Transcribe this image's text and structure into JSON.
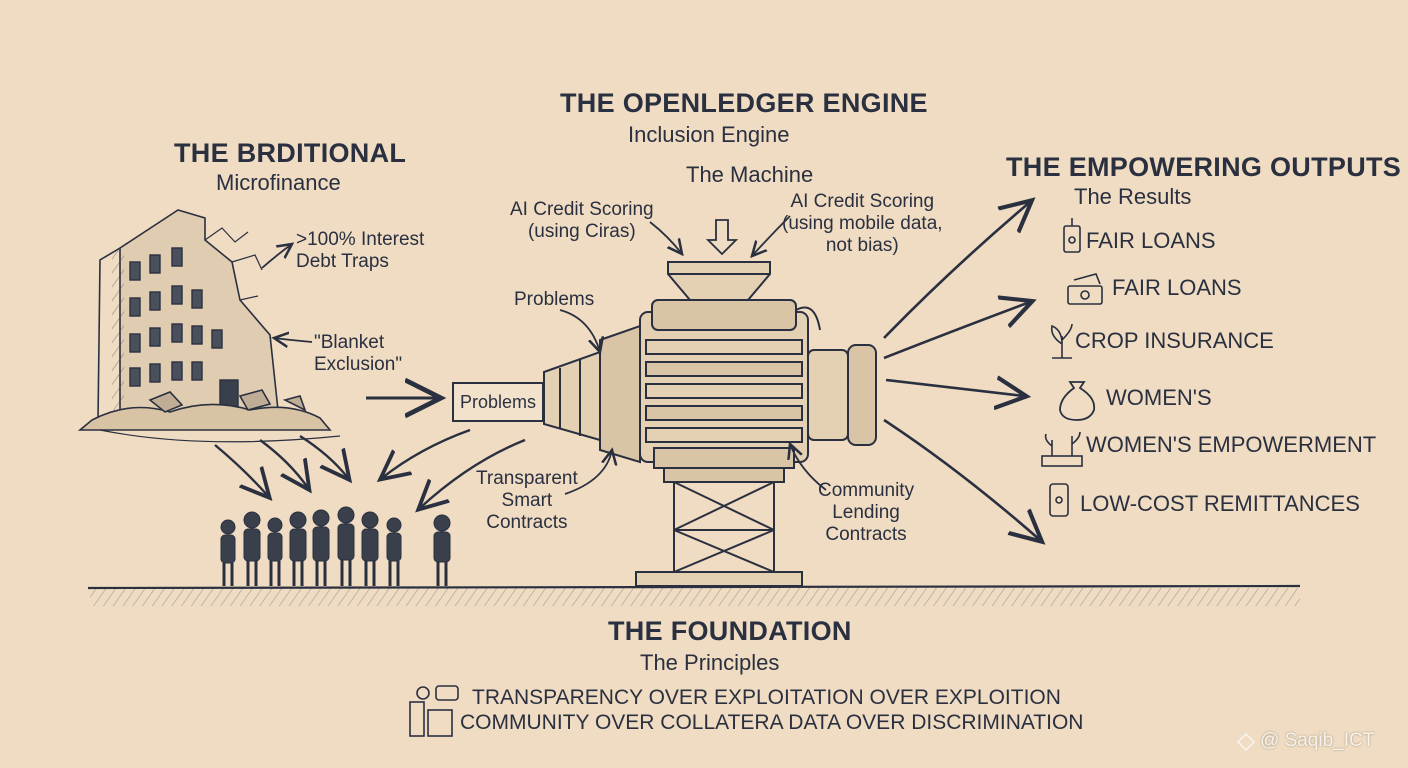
{
  "engine": {
    "title": "THE OPENLEDGER ENGINE",
    "subtitle": "Inclusion Engine",
    "machine_label": "The Machine",
    "ai_left": "AI Credit Scoring\n(using Ciras)",
    "ai_right": "AI Credit Scoring\n(using mobile data,\nnot bias)",
    "problems_top": "Problems",
    "problems_box": "Problems",
    "contracts_left": "Transparent\nSmart\nContracts",
    "contracts_right": "Community\nLending\nContracts"
  },
  "traditional": {
    "title": "THE BRDITIONAL",
    "subtitle": "Microfinance",
    "issue_1": ">100% Interest\nDebt Traps",
    "issue_2": "\"Blanket\nExclusion\""
  },
  "outputs": {
    "title": "THE EMPOWERING OUTPUTS",
    "subtitle": "The Results",
    "items": [
      {
        "label": "FAIR LOANS",
        "icon": "phone-icon"
      },
      {
        "label": "FAIR LOANS",
        "icon": "cash-icon"
      },
      {
        "label": "CROP INSURANCE",
        "icon": "sprout-icon"
      },
      {
        "label": "WOMEN'S",
        "icon": "money-bag-icon"
      },
      {
        "label": "WOMEN'S EMPOWERMENT",
        "icon": "plants-icon"
      },
      {
        "label": "LOW-COST REMITTANCES",
        "icon": "mobile-icon"
      }
    ]
  },
  "foundation": {
    "title": "THE FOUNDATION",
    "subtitle": "The Principles",
    "line_1": "TRANSPARENCY  OVER EXPLOITATION OVER EXPLOITION",
    "line_2": "COMMUNITY OVER COLLATERA DATA OVER DISCRIMINATION"
  },
  "watermark": "@ Saqib_ICT",
  "colors": {
    "paper": "#efdcc2",
    "ink": "#2a3040"
  }
}
